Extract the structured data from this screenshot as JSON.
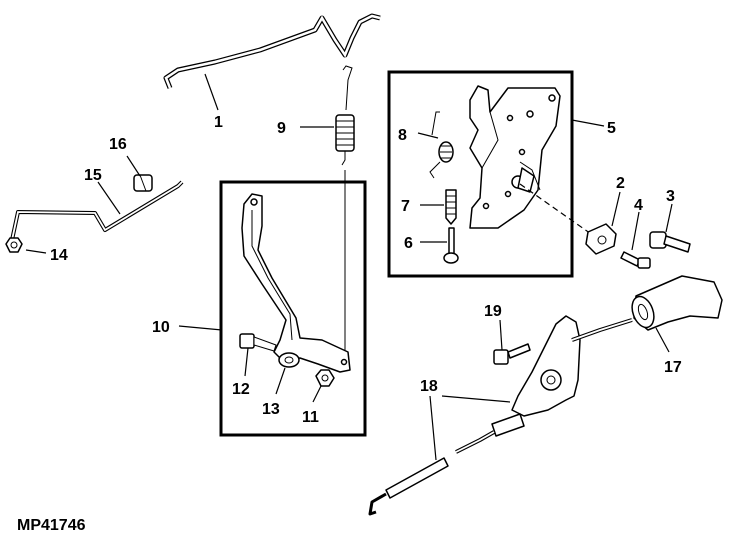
{
  "figure_id": "MP41746",
  "callouts": {
    "c1": "1",
    "c2": "2",
    "c3": "3",
    "c4": "4",
    "c5": "5",
    "c6": "6",
    "c7": "7",
    "c8": "8",
    "c9": "9",
    "c10": "10",
    "c11": "11",
    "c12": "12",
    "c13": "13",
    "c14": "14",
    "c15": "15",
    "c16": "16",
    "c17": "17",
    "c18": "18",
    "c19": "19"
  }
}
